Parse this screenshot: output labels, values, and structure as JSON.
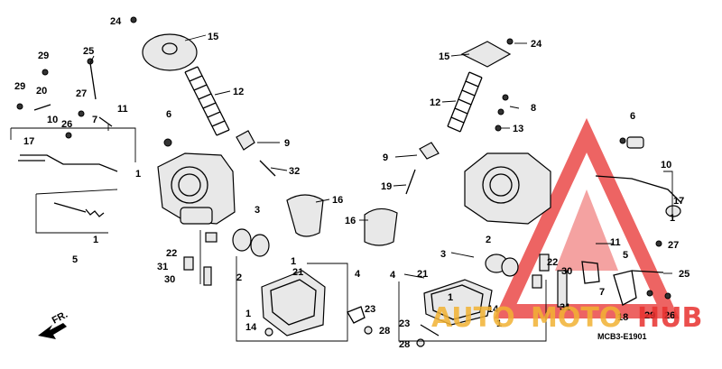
{
  "diagram": {
    "catalog_code": "MCB3-E1901",
    "direction_label": "FR.",
    "watermark": {
      "word_a": "AUTO",
      "word_b": "MOTO",
      "word_c": "HUB",
      "color_a": "#f2b233",
      "color_b": "#e8312f"
    },
    "callouts": {
      "c1": "1",
      "c2": "2",
      "c3": "3",
      "c4": "4",
      "c5": "5",
      "c6": "6",
      "c7": "7",
      "c8": "8",
      "c9": "9",
      "c10": "10",
      "c11": "11",
      "c12": "12",
      "c13": "13",
      "c14": "14",
      "c15": "15",
      "c16": "16",
      "c17": "17",
      "c18": "18",
      "c19": "19",
      "c20": "20",
      "c21": "21",
      "c22": "22",
      "c23": "23",
      "c24": "24",
      "c25": "25",
      "c26": "26",
      "c27": "27",
      "c28": "28",
      "c29": "29",
      "c30": "30",
      "c31": "31",
      "c32": "32"
    }
  }
}
